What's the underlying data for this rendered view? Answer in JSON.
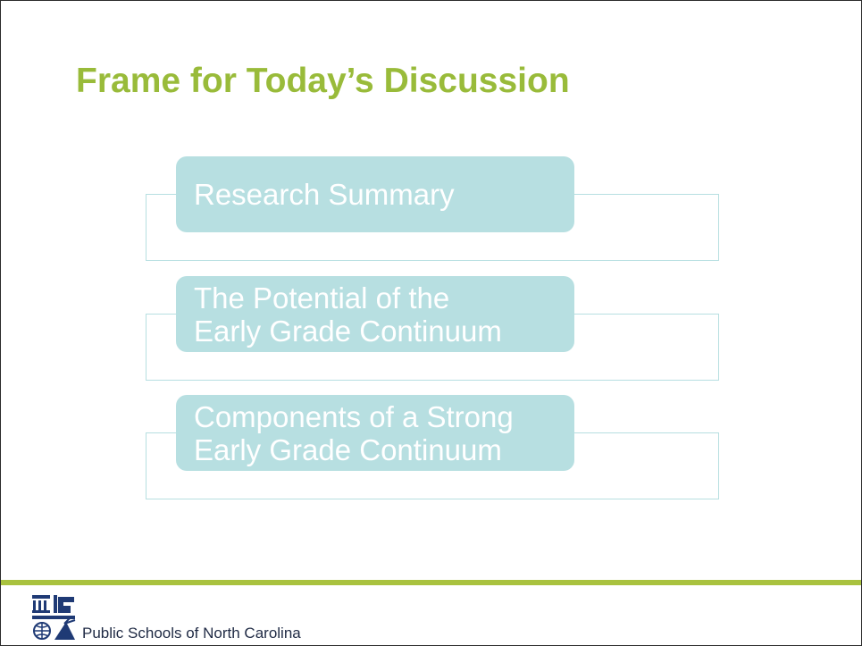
{
  "slide": {
    "title": "Frame for Today’s Discussion",
    "items": [
      {
        "lines": [
          "Research Summary"
        ]
      },
      {
        "lines": [
          "The Potential of the",
          "Early Grade Continuum"
        ]
      },
      {
        "lines": [
          "Components of a Strong",
          "Early Grade Continuum"
        ]
      }
    ]
  },
  "footer": {
    "organization": "Public Schools of North Carolina",
    "logo_icon": "ncdpi-logo-icon"
  },
  "colors": {
    "title": "#99bb3a",
    "pill_fill": "#b7dfe1",
    "pill_text": "#ffffff",
    "outline": "#b7dfe1",
    "footer_rule": "#a9c23f",
    "logo": "#1f3a75",
    "footer_text": "#1f2a44"
  }
}
